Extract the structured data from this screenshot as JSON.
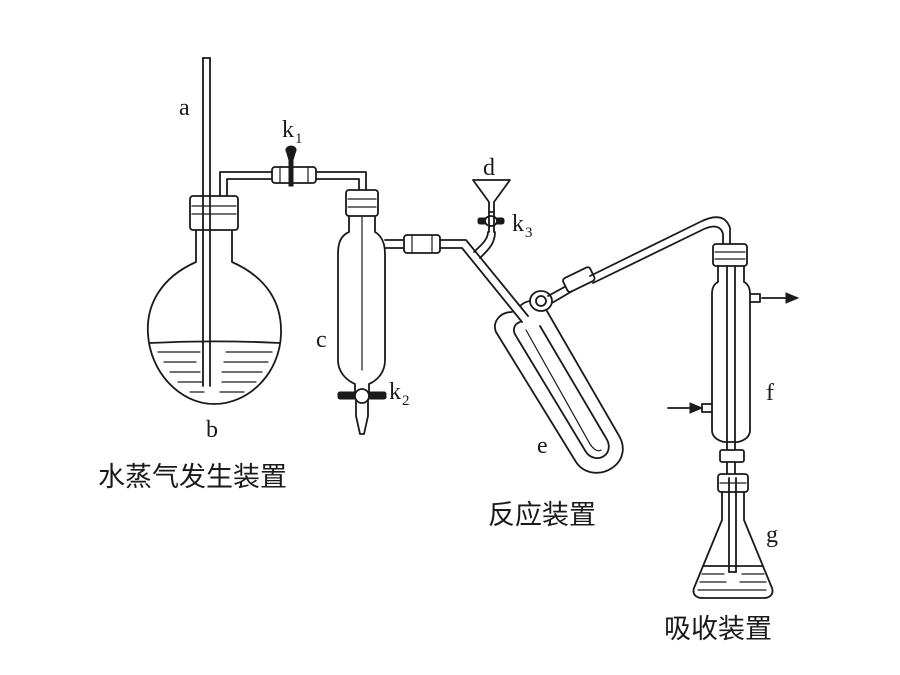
{
  "labels": {
    "a": "a",
    "b": "b",
    "c": "c",
    "d": "d",
    "e": "e",
    "f": "f",
    "g": "g",
    "k1": {
      "base": "k",
      "sub": "1"
    },
    "k2": {
      "base": "k",
      "sub": "2"
    },
    "k3": {
      "base": "k",
      "sub": "3"
    }
  },
  "captions": {
    "steam_generator": "水蒸气发生装置",
    "reaction": "反应装置",
    "absorption": "吸收装置"
  },
  "colors": {
    "ink": "#1a1a1a",
    "background": "#ffffff"
  }
}
